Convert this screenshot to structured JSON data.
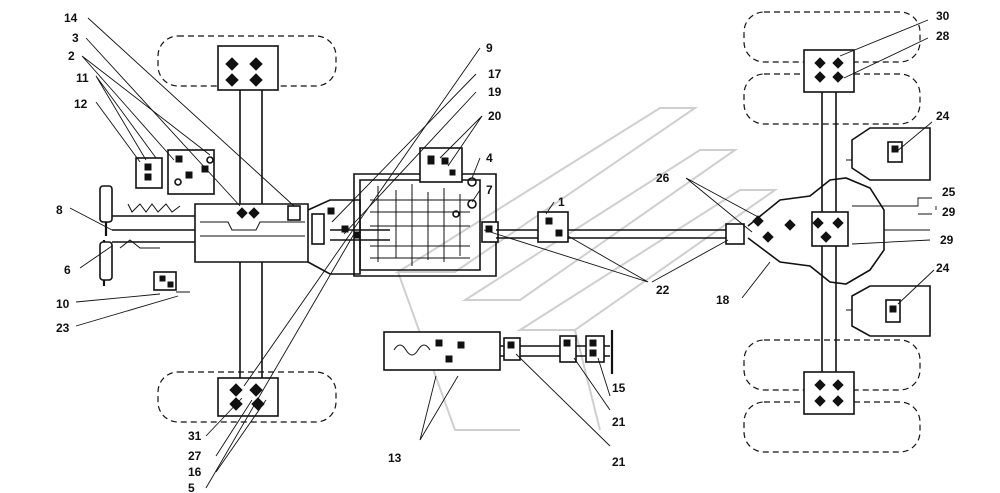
{
  "labels": {
    "n1": "1",
    "n2": "2",
    "n3": "3",
    "n4": "4",
    "n5": "5",
    "n6": "6",
    "n7": "7",
    "n8": "8",
    "n9": "9",
    "n10": "10",
    "n11": "11",
    "n12": "12",
    "n13": "13",
    "n14": "14",
    "n15": "15",
    "n16": "16",
    "n17": "17",
    "n18": "18",
    "n19": "19",
    "n20": "20",
    "n21a": "21",
    "n21b": "21",
    "n22": "22",
    "n23": "23",
    "n24a": "24",
    "n24b": "24",
    "n25": "25",
    "n26": "26",
    "n27": "27",
    "n28": "28",
    "n29a": "29",
    "n29b": "29",
    "n30": "30",
    "n31": "31"
  }
}
